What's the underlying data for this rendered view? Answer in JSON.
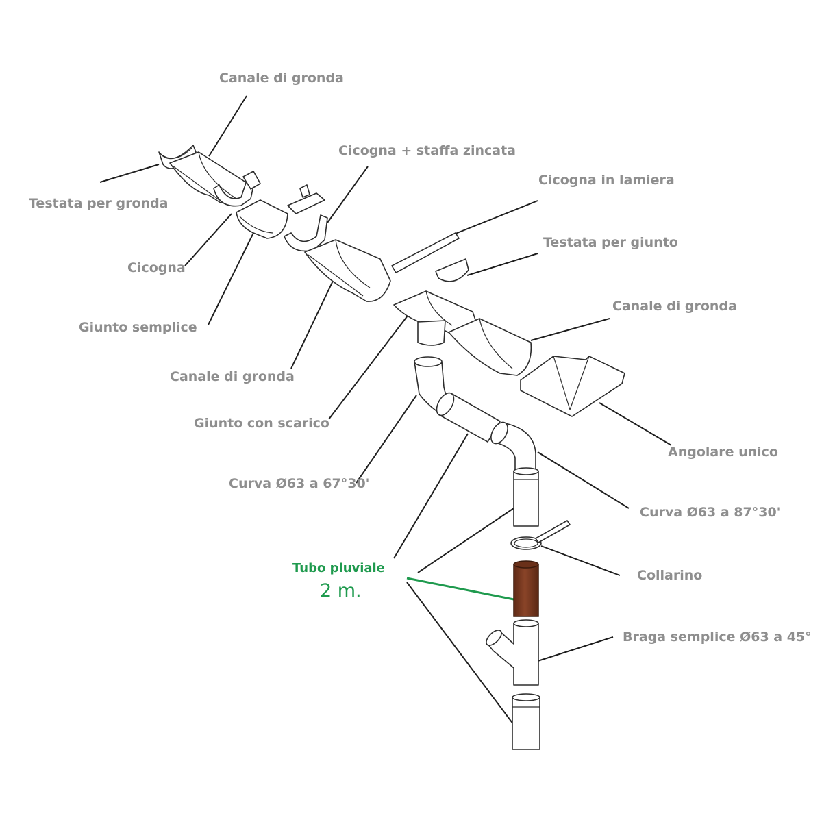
{
  "labels": {
    "canale_top": "Canale di gronda",
    "testata_gronda": "Testata per gronda",
    "cicogna_staffa": "Cicogna + staffa zincata",
    "cicogna_lamiera": "Cicogna in lamiera",
    "testata_giunto": "Testata per giunto",
    "canale_right": "Canale di gronda",
    "cicogna": "Cicogna",
    "giunto_semplice": "Giunto semplice",
    "canale_mid": "Canale di gronda",
    "giunto_scarico": "Giunto con scarico",
    "angolare": "Angolare unico",
    "curva_67": "Curva Ø63 a 67°30'",
    "curva_87": "Curva Ø63 a 87°30'",
    "collarino": "Collarino",
    "tubo": "Tubo pluviale",
    "tubo_length": "2 m.",
    "braga": "Braga semplice Ø63 a 45°"
  },
  "colors": {
    "label_gray": "#8e8e8e",
    "accent_green": "#1f9a4e",
    "pipe_brown": "#7a3a22",
    "line_dark": "#1e1e1e"
  }
}
